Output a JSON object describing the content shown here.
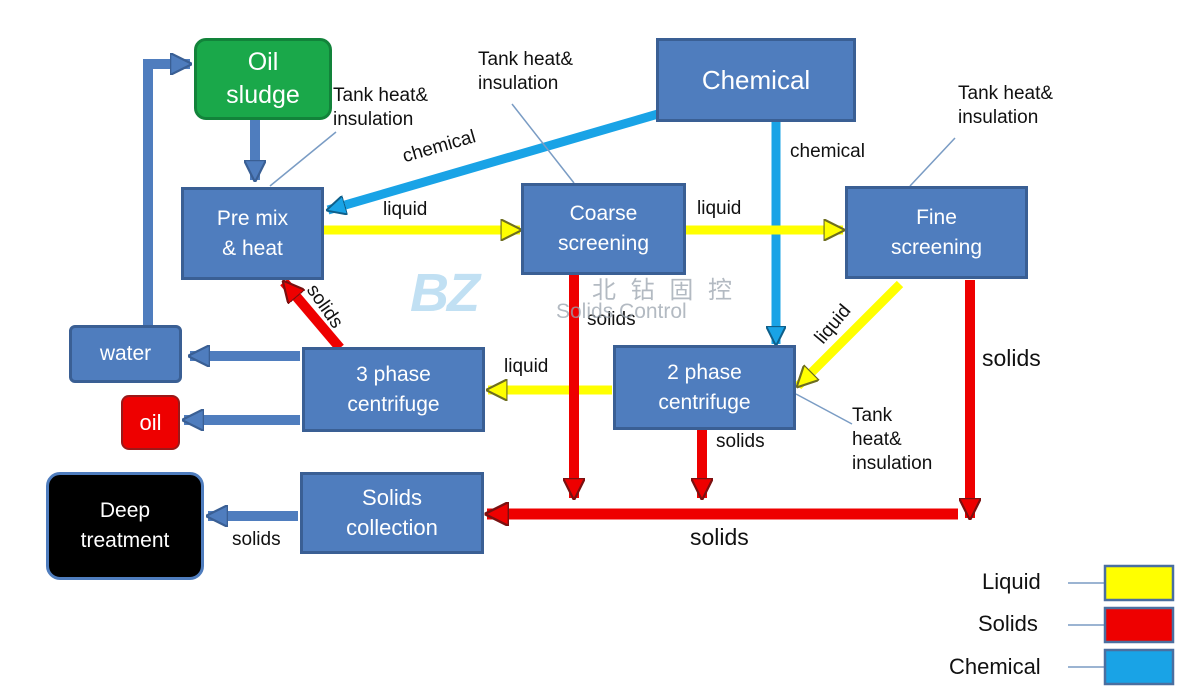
{
  "diagram": {
    "nodes": {
      "oil_sludge": "Oil\nsludge",
      "chemical": "Chemical",
      "premix": "Pre mix\n& heat",
      "coarse": "Coarse\nscreening",
      "fine": "Fine\nscreening",
      "water": "water",
      "oil": "oil",
      "three_phase": "3 phase\ncentrifuge",
      "two_phase": "2 phase\ncentrifuge",
      "deep": "Deep\ntreatment",
      "solids_collection": "Solids\ncollection"
    },
    "labels": {
      "tank_heat_1": "Tank heat&\ninsulation",
      "tank_heat_2": "Tank heat&\ninsulation",
      "tank_heat_3": "Tank heat&\ninsulation",
      "tank_heat_4": "Tank\nheat&\ninsulation",
      "chemical_diag": "chemical",
      "chemical_vert": "chemical",
      "liquid_1": "liquid",
      "liquid_2": "liquid",
      "liquid_3": "liquid",
      "liquid_diag": "liquid",
      "solids_diag": "solids",
      "solids_coarse": "solids",
      "solids_2phase": "solids",
      "solids_right": "solids",
      "solids_bottom": "solids",
      "solids_deep": "solids"
    },
    "legend": [
      {
        "label": "Liquid",
        "color": "#ffff00"
      },
      {
        "label": "Solids",
        "color": "#ee0000"
      },
      {
        "label": "Chemical",
        "color": "#19a3e6"
      }
    ],
    "watermark": {
      "logo": "BZ",
      "chinese": "北 钻 固 控",
      "english": "Solids Control"
    },
    "colors": {
      "box_blue": "#4f7dbe",
      "oil_sludge_green": "#1aa84a",
      "oil_red": "#ee0000",
      "deep_black": "#000000",
      "arrow_liquid": "#ffff00",
      "arrow_solids": "#ee0000",
      "arrow_chemical": "#19a3e6",
      "arrow_water": "#4f7dbe"
    }
  }
}
